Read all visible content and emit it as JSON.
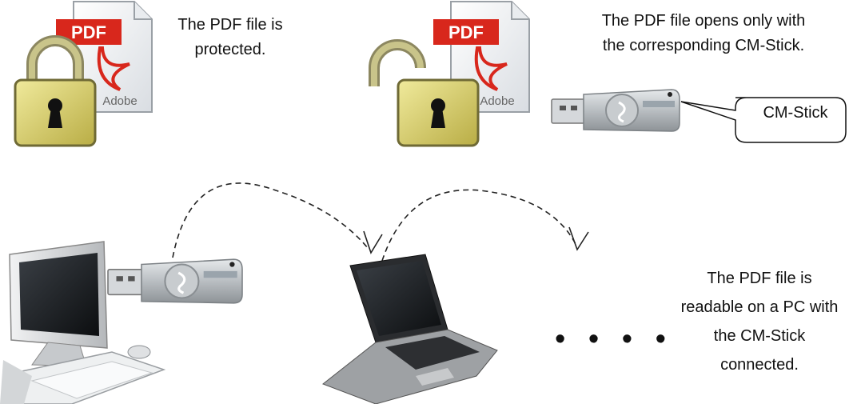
{
  "captions": {
    "protected": [
      "The PDF file is",
      "protected."
    ],
    "opens": [
      "The PDF file opens only with",
      "the corresponding CM-Stick."
    ],
    "readable": [
      "The PDF file is",
      "readable on a PC with",
      "the CM-Stick",
      "connected."
    ]
  },
  "callout": {
    "label": "CM-Stick"
  },
  "pdf_icon": {
    "badge": "PDF",
    "brand": "Adobe"
  },
  "ellipsis": "• • • •",
  "colors": {
    "pdf_red": "#d8271c",
    "lock_gold": "#d8cf6e",
    "shackle": "#b7b27a",
    "stick_body": "#c2c6c9",
    "arrow": "#222222"
  }
}
